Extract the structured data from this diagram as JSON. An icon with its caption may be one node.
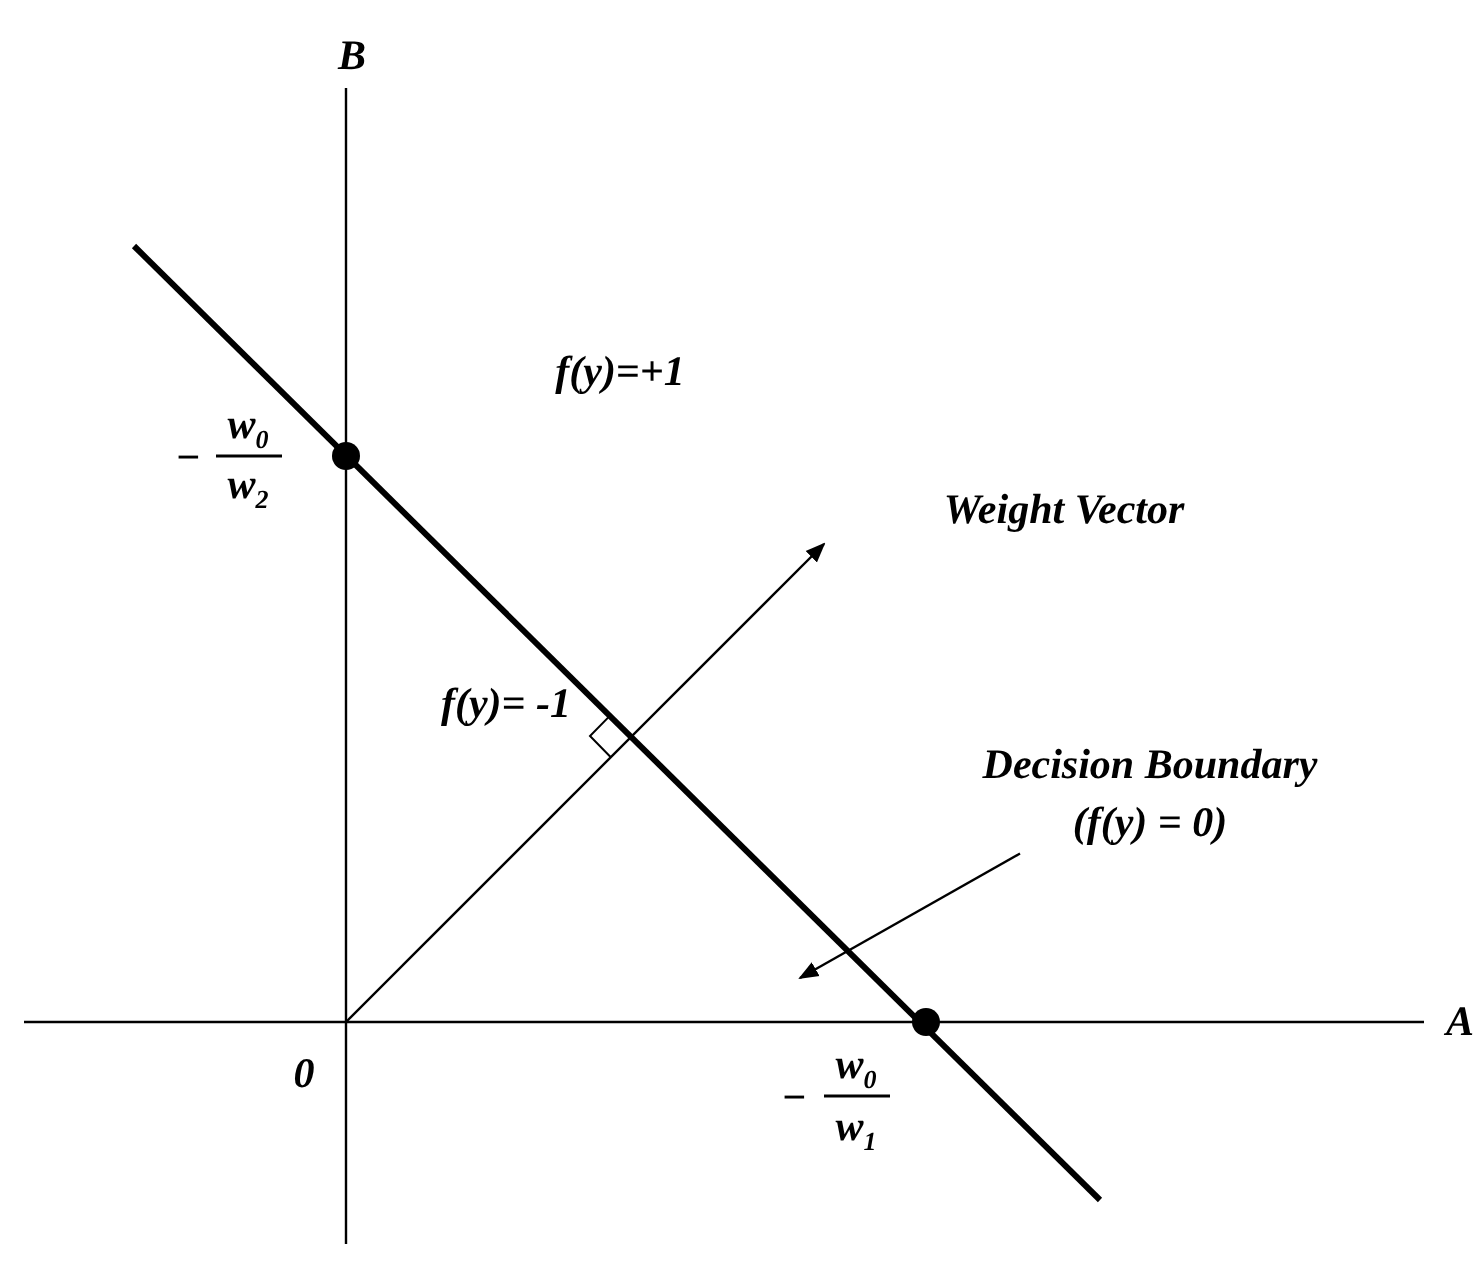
{
  "diagram": {
    "nodes": [
      {
        "text": [
          "Decision Boundary",
          "(f(y) = 0)"
        ]
      },
      {
        "text": [],
        "shape": "line"
      }
    ],
    "edges": [
      {
        "from": 0,
        "to": 1,
        "arrow": "to"
      }
    ],
    "labels": [
      "B",
      "f(y)=+1",
      "−",
      "w$_{0}$",
      "w$_{2}$",
      "Weight Vector",
      "f(y)= -1",
      "A",
      "0",
      "−",
      "w$_{0}$",
      "w$_{1}$"
    ]
  }
}
